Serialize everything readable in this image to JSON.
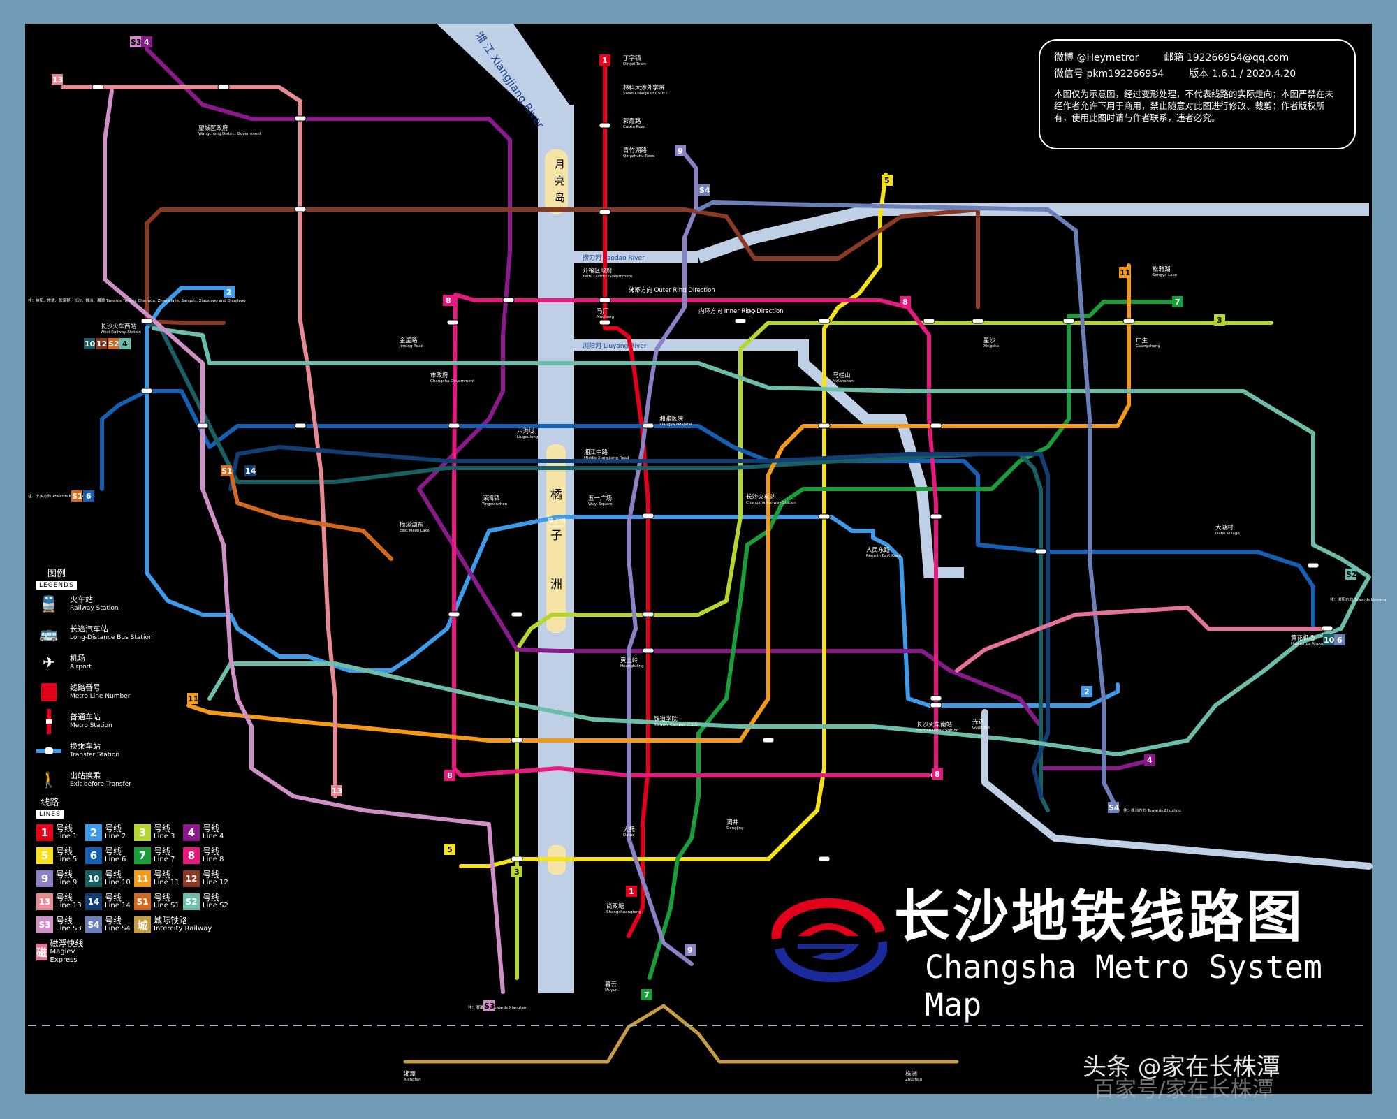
{
  "info": {
    "weibo": "微博 @Heymetror",
    "email": "邮箱 192266954@qq.com",
    "wechat": "微信号 pkm192266954",
    "version": "版本 1.6.1 / 2020.4.20",
    "note": "本图仅为示意图，经过变形处理，不代表线路的实际走向；本图严禁在未经作者允许下用于商用，禁止随意对此图进行修改、裁剪；作者版权所有，使用此图时请与作者联系，违者必究。"
  },
  "title": {
    "cn": "长沙地铁线路图",
    "en": "Changsha Metro System Map"
  },
  "watermark": {
    "line1": "头条 @家在长株潭",
    "line2": "百家号/家在长株潭"
  },
  "river": {
    "label_cn": "湘江",
    "label_en": "Xiangjiang River",
    "island1": "月亮岛",
    "island2": "橘子洲",
    "liuyang": "浏阳河 Liuyang River",
    "laodao": "捞刀河 Laodao River"
  },
  "directions": {
    "west": "往：益阳、常德、张家界、长沙、株洲、湘潭 Towards Yiyang, Changde, Zhangjiajie, Sangzhi, Xiaoxiang and Qianjiang",
    "ningxiang": "往：宁乡方向 Towards Ningxiang",
    "outer": "外环方向 Outer Ring Direction",
    "inner": "内环方向 Inner Ring Direction",
    "liuyang": "往：浏阳方向 Towards Liuyang",
    "xiangtan": "往：湘潭方向 Towards Xiangtan",
    "zhuzhou": "往：株洲方向 Towards Zhuzhou"
  },
  "legend": {
    "title_cn": "图例",
    "title_en": "LEGENDS",
    "items": [
      {
        "icon": "railway-station-icon",
        "cn": "火车站",
        "en": "Railway Station"
      },
      {
        "icon": "bus-station-icon",
        "cn": "长途汽车站",
        "en": "Long-Distance Bus Station"
      },
      {
        "icon": "airport-icon",
        "cn": "机场",
        "en": "Airport"
      },
      {
        "icon": "line-number-icon",
        "cn": "线路番号",
        "en": "Metro Line Number"
      },
      {
        "icon": "metro-station-icon",
        "cn": "普通车站",
        "en": "Metro Station"
      },
      {
        "icon": "transfer-station-icon",
        "cn": "换乘车站",
        "en": "Transfer Station"
      },
      {
        "icon": "walking-icon",
        "cn": "出站换乘",
        "en": "Exit before Transfer"
      }
    ],
    "lines_title_cn": "线路",
    "lines_title_en": "LINES"
  },
  "lines": [
    {
      "id": "1",
      "cn": "号线",
      "en": "Line 1",
      "color": "#e3001b"
    },
    {
      "id": "2",
      "cn": "号线",
      "en": "Line 2",
      "color": "#3d9be9"
    },
    {
      "id": "3",
      "cn": "号线",
      "en": "Line 3",
      "color": "#b7d531"
    },
    {
      "id": "4",
      "cn": "号线",
      "en": "Line 4",
      "color": "#8a1a8c"
    },
    {
      "id": "5",
      "cn": "号线",
      "en": "Line 5",
      "color": "#f5e11b"
    },
    {
      "id": "6",
      "cn": "号线",
      "en": "Line 6",
      "color": "#1660b4"
    },
    {
      "id": "7",
      "cn": "号线",
      "en": "Line 7",
      "color": "#1a9d3a"
    },
    {
      "id": "8",
      "cn": "号线",
      "en": "Line 8",
      "color": "#e5197e"
    },
    {
      "id": "9",
      "cn": "号线",
      "en": "Line 9",
      "color": "#8a82c4"
    },
    {
      "id": "10",
      "cn": "号线",
      "en": "Line 10",
      "color": "#1a5f63"
    },
    {
      "id": "11",
      "cn": "号线",
      "en": "Line 11",
      "color": "#f39a1b"
    },
    {
      "id": "12",
      "cn": "号线",
      "en": "Line 12",
      "color": "#8a3a24"
    },
    {
      "id": "13",
      "cn": "号线",
      "en": "Line 13",
      "color": "#e88a94"
    },
    {
      "id": "14",
      "cn": "号线",
      "en": "Line 14",
      "color": "#123e74"
    },
    {
      "id": "S1",
      "cn": "号线",
      "en": "Line S1",
      "color": "#d2691e"
    },
    {
      "id": "S2",
      "cn": "号线",
      "en": "Line S2",
      "color": "#6cbda9"
    },
    {
      "id": "S3",
      "cn": "号线",
      "en": "Line S3",
      "color": "#cf8fc7"
    },
    {
      "id": "S4",
      "cn": "号线",
      "en": "Line S4",
      "color": "#6b7fb8"
    },
    {
      "id": "城",
      "cn": "城际铁路",
      "en": "Intercity Railway",
      "color": "#c79b3f"
    },
    {
      "id": "磁",
      "cn": "磁浮快线",
      "en": "Maglev Express",
      "color": "#e5729a"
    }
  ],
  "stations": [
    {
      "cn": "丁字镇",
      "en": "Dingzi Town"
    },
    {
      "cn": "林科大涉外学院",
      "en": "Swan College of CSUFT"
    },
    {
      "cn": "彩霞路",
      "en": "Caixia Road"
    },
    {
      "cn": "青竹湖路",
      "en": "Qingzhuhu Road"
    },
    {
      "cn": "马栏山",
      "en": "Malanshan"
    },
    {
      "cn": "开福区政府",
      "en": "Kaifu District Government"
    },
    {
      "cn": "马厂",
      "en": "Machang"
    },
    {
      "cn": "五一广场",
      "en": "Wuyi Square"
    },
    {
      "cn": "黄土岭",
      "en": "Huangtuling"
    },
    {
      "cn": "铁道学院",
      "en": "Railway Campus (CSU)"
    },
    {
      "cn": "尚双塘",
      "en": "Shangshuangtang"
    },
    {
      "cn": "长沙火车站",
      "en": "Changsha Railway Station"
    },
    {
      "cn": "溁湾镇",
      "en": "Yingwanzhen"
    },
    {
      "cn": "橘子洲",
      "en": "Juzizhou"
    },
    {
      "cn": "湘江中路",
      "en": "Middle Xiangjiang Road"
    },
    {
      "cn": "黄花机场",
      "en": "Huanghua Airport"
    },
    {
      "cn": "长沙火车南站",
      "en": "South Railway Station"
    },
    {
      "cn": "梅溪湖东",
      "en": "East Meixi Lake"
    },
    {
      "cn": "望城区政府",
      "en": "Wangcheng District Government"
    },
    {
      "cn": "暮云",
      "en": "Muyun"
    },
    {
      "cn": "长沙火车西站",
      "en": "West Railway Station"
    },
    {
      "cn": "星沙",
      "en": "Xingsha"
    },
    {
      "cn": "广生",
      "en": "Guangsheng"
    },
    {
      "cn": "金星路",
      "en": "Jinxing Road"
    },
    {
      "cn": "市政府",
      "en": "Changsha Government"
    },
    {
      "cn": "六沟垅",
      "en": "Liugoulong"
    },
    {
      "cn": "湘雅医院",
      "en": "Xiangya Hospital"
    },
    {
      "cn": "湘潭",
      "en": "Xiangtan"
    },
    {
      "cn": "株洲",
      "en": "Zhuzhou"
    },
    {
      "cn": "洞井",
      "en": "Dongjing"
    },
    {
      "cn": "大托",
      "en": "Datuo"
    },
    {
      "cn": "光达",
      "en": "Guangda"
    },
    {
      "cn": "人民东路",
      "en": "Renmin East Road"
    },
    {
      "cn": "松雅湖",
      "en": "Songya Lake"
    },
    {
      "cn": "大湖村",
      "en": "Dahu Village"
    }
  ]
}
